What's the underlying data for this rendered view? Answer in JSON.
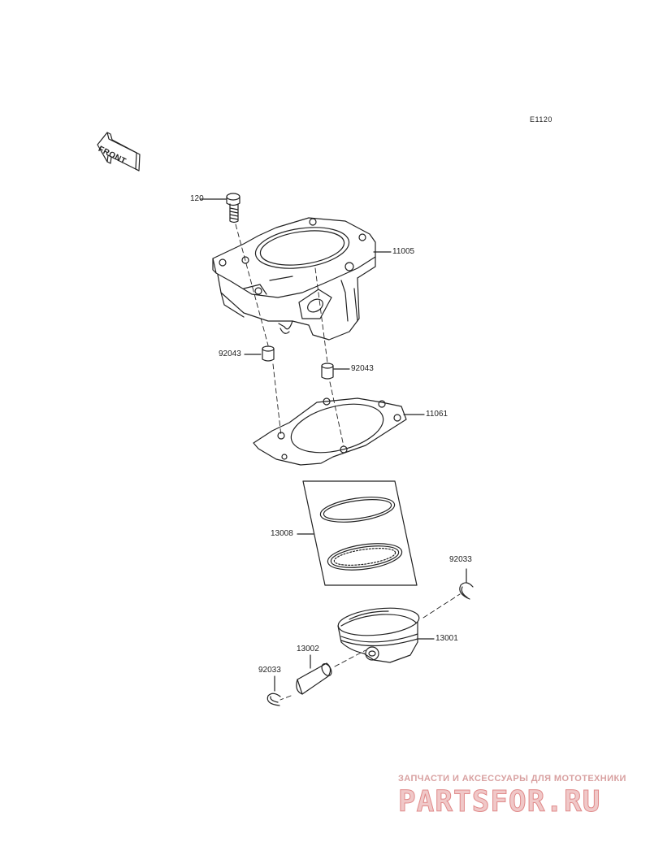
{
  "diagram": {
    "code": "E1120",
    "front_label": "FRONT",
    "parts": [
      {
        "number": "120"
      },
      {
        "number": "11005"
      },
      {
        "number": "92043"
      },
      {
        "number": "92043"
      },
      {
        "number": "11061"
      },
      {
        "number": "13008"
      },
      {
        "number": "92033"
      },
      {
        "number": "13001"
      },
      {
        "number": "13002"
      },
      {
        "number": "92033"
      }
    ]
  },
  "watermark": {
    "tagline": "ЗАПЧАСТИ И АКСЕССУАРЫ ДЛЯ МОТОТЕХНИКИ",
    "logo": "PARTSFOR.RU"
  }
}
